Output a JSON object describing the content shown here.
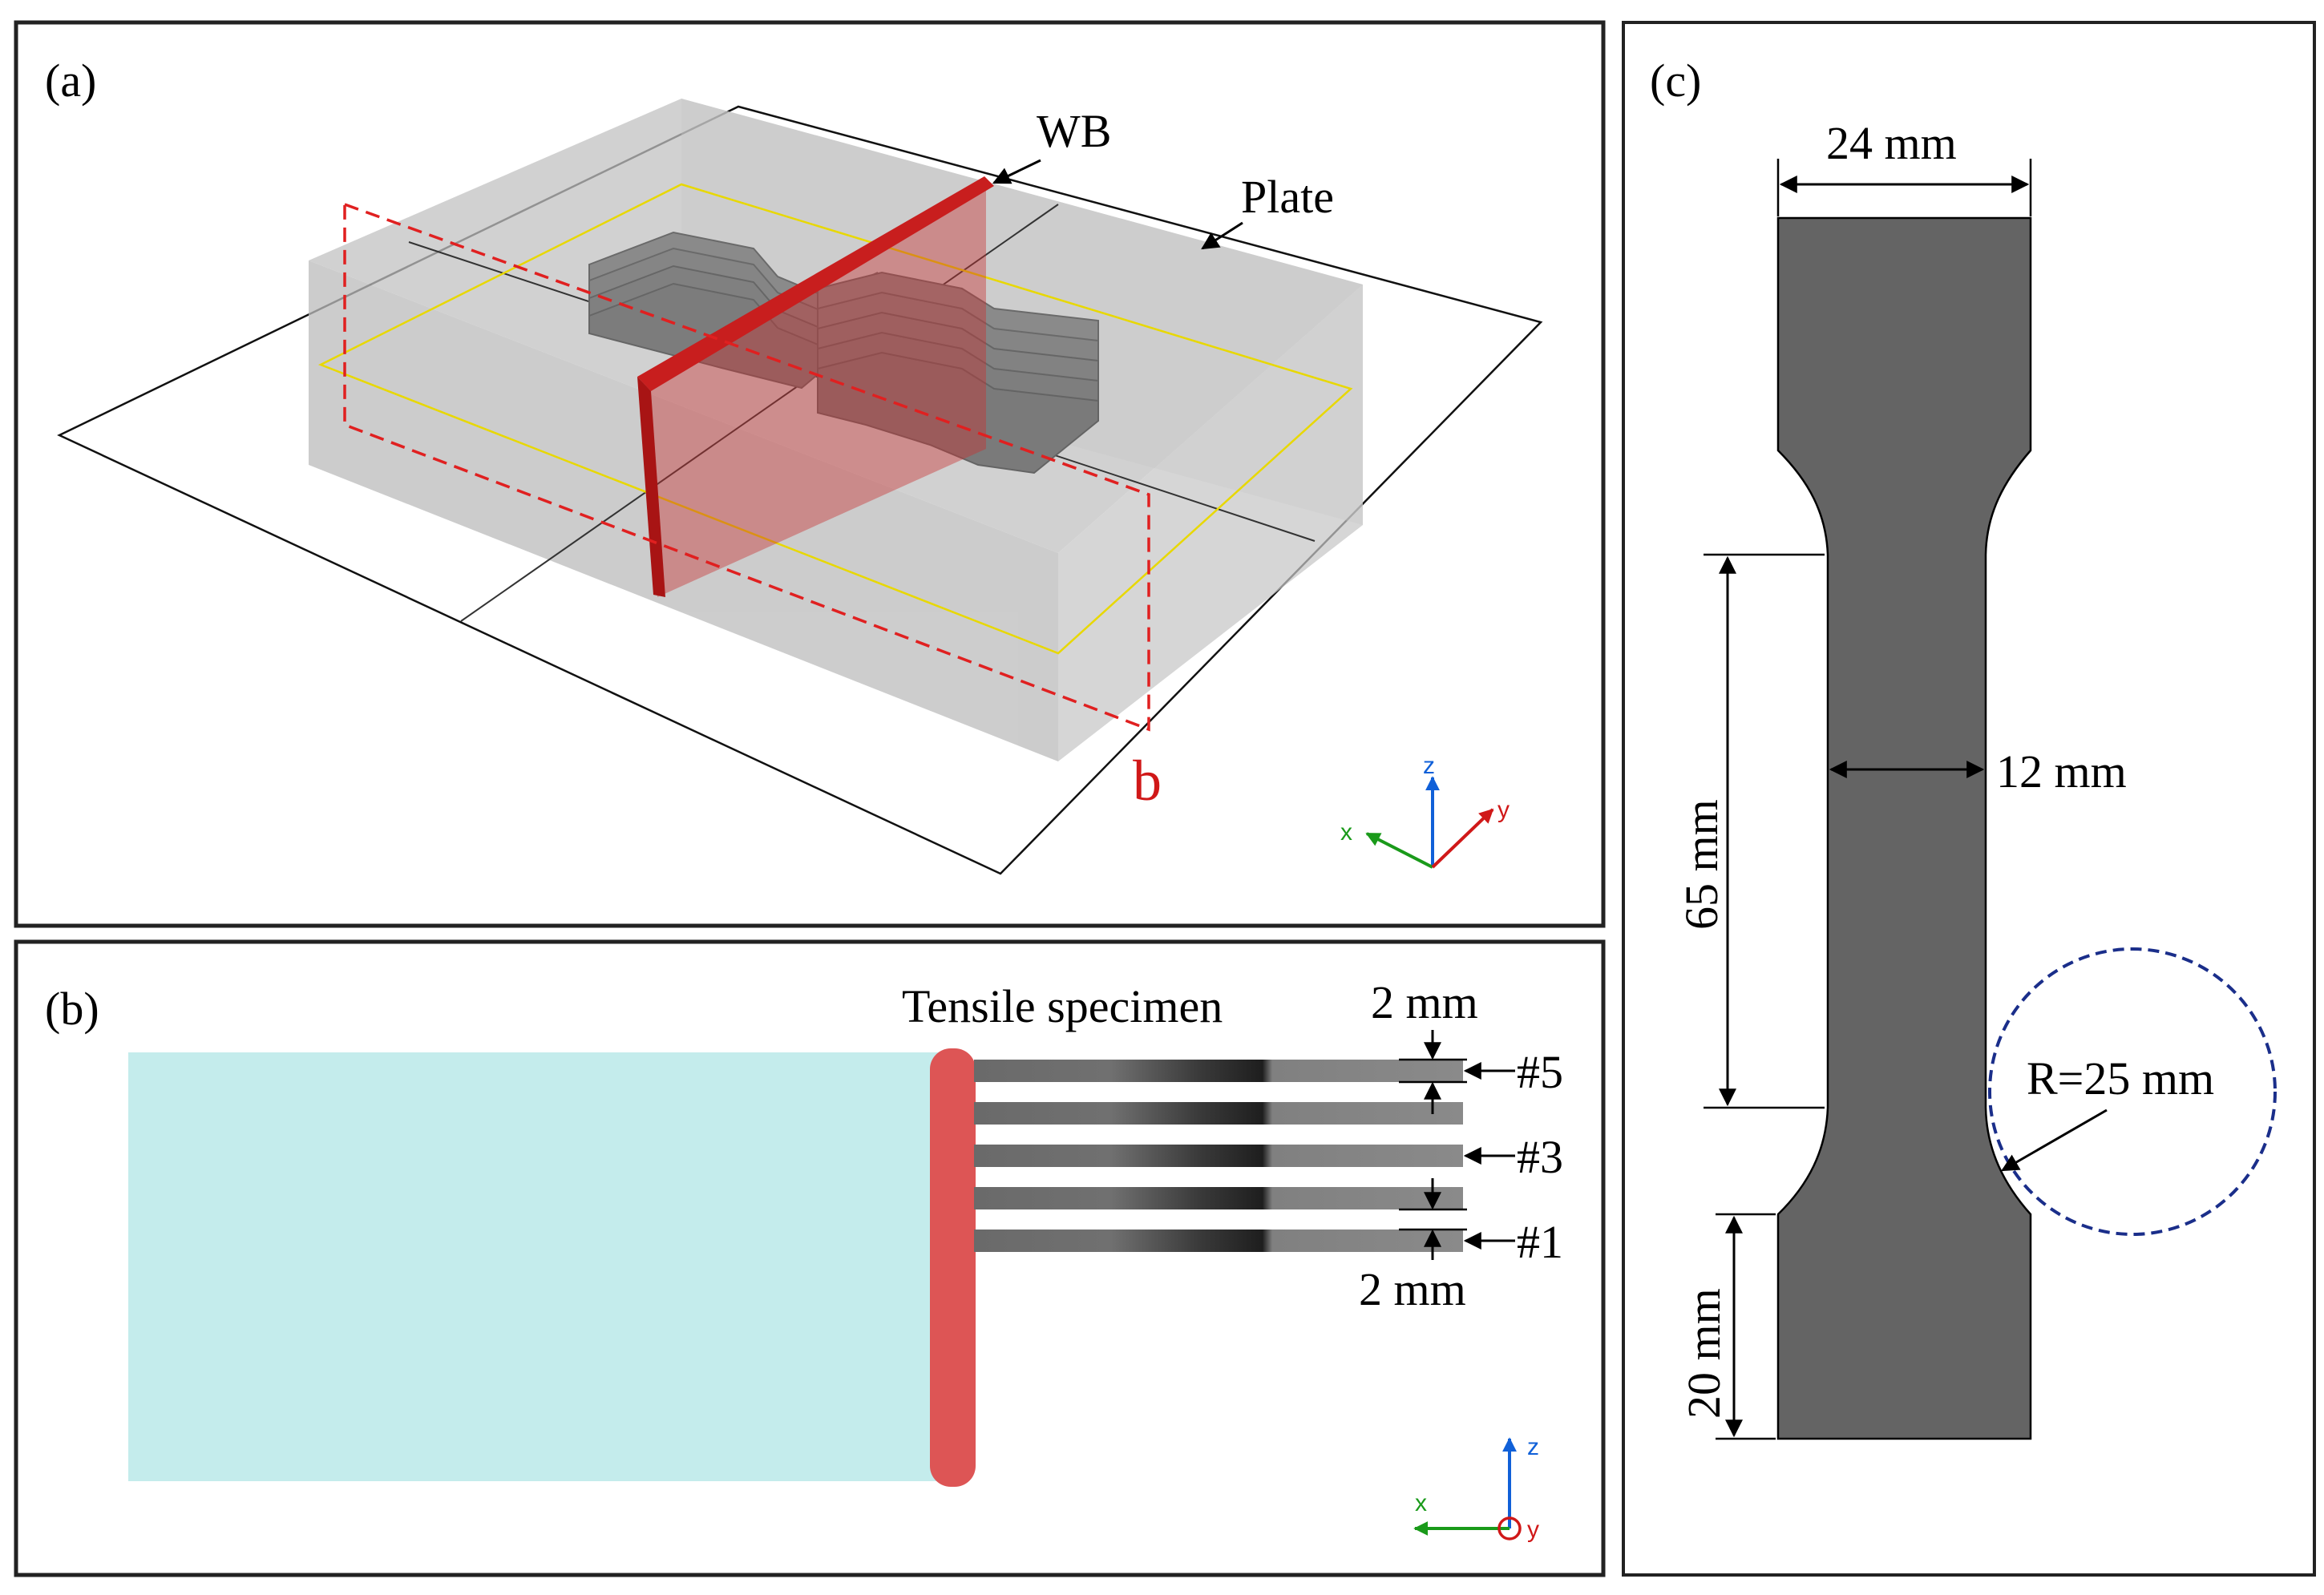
{
  "panels": {
    "a": {
      "label": "(a)",
      "wb_label": "WB",
      "plate_label": "Plate",
      "section_label": "b",
      "axes": {
        "z": "z",
        "x": "x",
        "y": "y"
      }
    },
    "b": {
      "label": "(b)",
      "specimen_label": "Tensile specimen",
      "dim_top": "2 mm",
      "dim_bottom": "2 mm",
      "specimen_tags": [
        "#5",
        "#3",
        "#1"
      ],
      "axes": {
        "z": "z",
        "x": "x",
        "y": "y"
      }
    },
    "c": {
      "label": "(c)",
      "width_label": "24 mm",
      "gauge_width_label": "12 mm",
      "gauge_length_label": "65 mm",
      "grip_length_label": "20 mm",
      "radius_label": "R=25 mm"
    }
  },
  "colors": {
    "frame": "#222222",
    "block_fill": "#b4b4b4",
    "specimen": "#808080",
    "weld_bead": "#c81e1e",
    "cut_plane": "#d83030",
    "yellow_line": "#e8d800",
    "cyan_region": "#c4ecec",
    "bead_2d": "#dd5555",
    "dogbone": "#646464",
    "radius_circle": "#1a2e8a",
    "axis_x": "#1a9a1a",
    "axis_y": "#d01818",
    "axis_z": "#1060d8"
  }
}
